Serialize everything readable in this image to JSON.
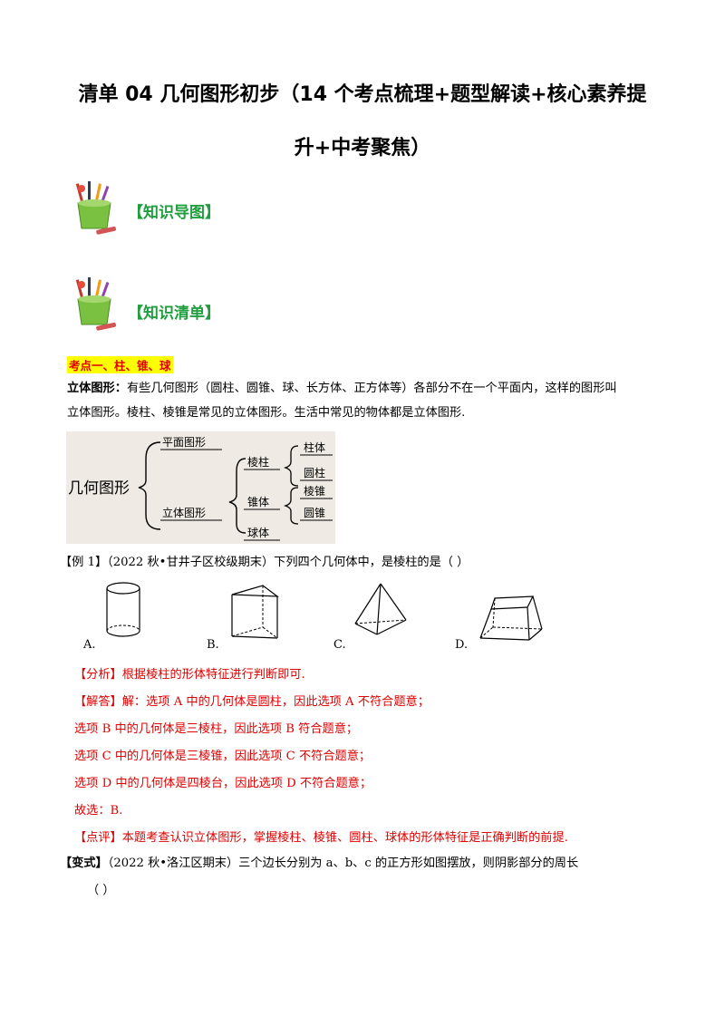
{
  "title": {
    "line1": "清单 04  几何图形初步（14 个考点梳理+题型解读+核心素养提",
    "line2": "升+中考聚焦）"
  },
  "sections": {
    "mindmap": "【知识导图】",
    "checklist": "【知识清单】"
  },
  "icons": {
    "section_icon": "pencil-cup-icon"
  },
  "kaodian": "考点一、柱、锥、球",
  "definition": {
    "term": "立体图形：",
    "text1": "有些几何图形（圆柱、圆锥、球、长方体、正方体等）各部分不在一个平面内，这样的图形叫",
    "text2": "立体图形。棱柱、棱锥是常见的立体图形。生活中常见的物体都是立体图形."
  },
  "tree": {
    "root": "几何图形",
    "plane": "平面图形",
    "solid": "立体图形",
    "prism": "棱柱",
    "cone_group": "锥体",
    "sphere": "球体",
    "column": "柱体",
    "cylinder": "圆柱",
    "pyramid": "棱锥",
    "cone": "圆锥"
  },
  "example": {
    "label": "【例 1】",
    "question": "（2022 秋•甘井子区校级期末）下列四个几何体中，是棱柱的是（        ）",
    "options": [
      {
        "label": "A.",
        "shape": "cylinder"
      },
      {
        "label": "B.",
        "shape": "triangular-prism"
      },
      {
        "label": "C.",
        "shape": "triangular-pyramid"
      },
      {
        "label": "D.",
        "shape": "frustum"
      }
    ],
    "analysis": "【分析】根据棱柱的形体特征进行判断即可.",
    "answer_lines": [
      "【解答】解：选项 A 中的几何体是圆柱，因此选项 A 不符合题意；",
      "选项 B 中的几何体是三棱柱，因此选项 B 符合题意；",
      "选项 C 中的几何体是三棱锥，因此选项 C 不符合题意；",
      "选项 D 中的几何体是四棱台，因此选项 D 不符合题意；",
      "故选：B."
    ],
    "comment": "【点评】本题考查认识立体图形，掌握棱柱、棱锥、圆柱、球体的形体特征是正确判断的前提."
  },
  "variant": {
    "label": "【变式】",
    "text1": "（2022 秋•洛江区期末）三个边长分别为 a、b、c 的正方形如图摆放，则阴影部分的周长",
    "text2": "（        ）"
  },
  "colors": {
    "heading_green": "#1f9e3e",
    "answer_red": "#e00000",
    "highlight": "#ffff00"
  }
}
